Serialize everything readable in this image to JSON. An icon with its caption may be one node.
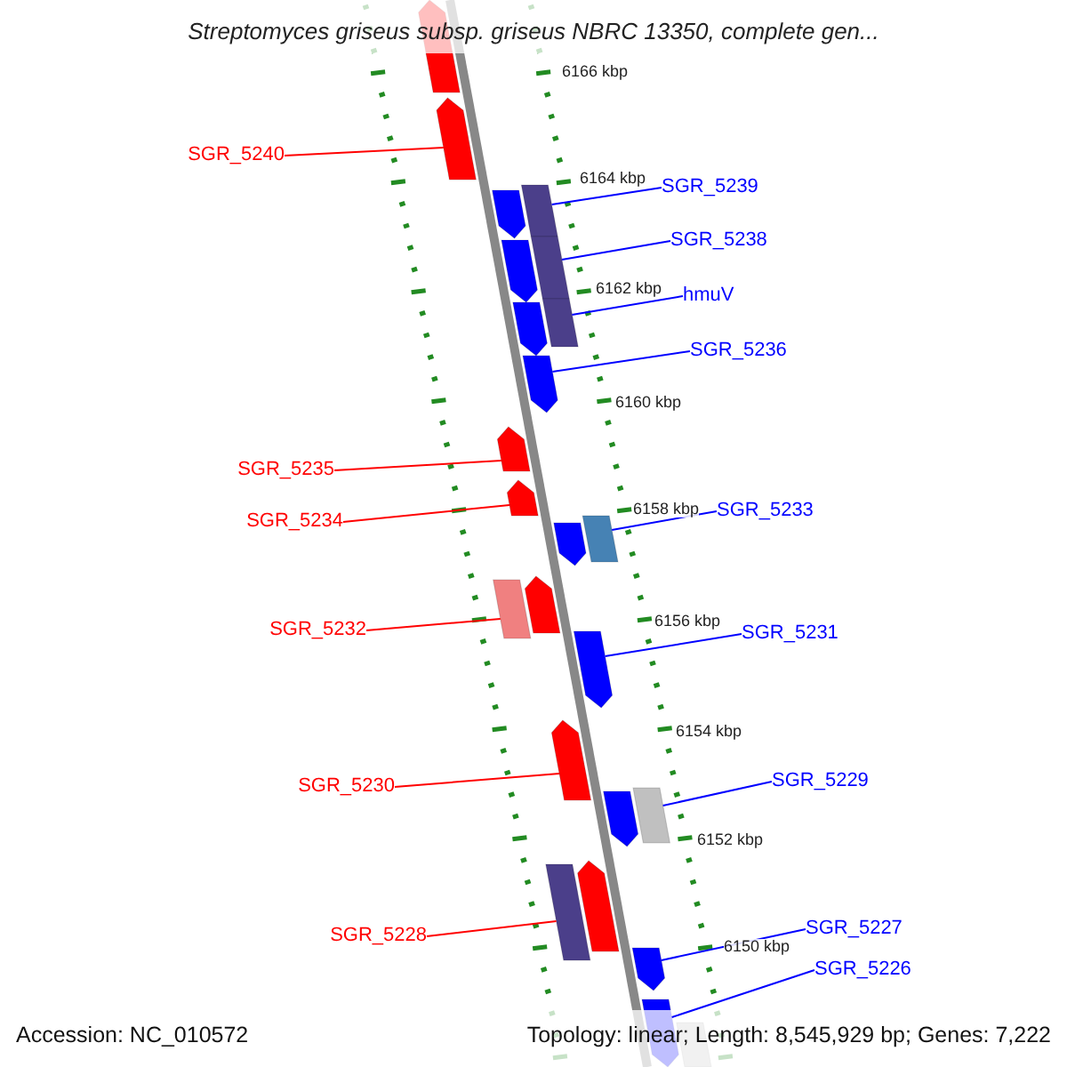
{
  "diagram": {
    "title": "Streptomyces griseus subsp. griseus NBRC 13350, complete gen...",
    "nodes": [
      {
        "text": [
          "SGR_5240"
        ]
      },
      {
        "text": [
          "SGR_5239"
        ]
      },
      {
        "text": [
          "SGR_5238"
        ]
      },
      {
        "text": [
          "hmuV"
        ]
      },
      {
        "text": [
          "SGR_5236"
        ]
      },
      {
        "text": [
          "SGR_5235"
        ]
      },
      {
        "text": [
          "SGR_5233"
        ]
      },
      {
        "text": [
          "SGR_5234"
        ]
      },
      {
        "text": [
          "SGR_5232"
        ]
      },
      {
        "text": [
          "SGR_5231"
        ]
      },
      {
        "text": [
          "SGR_5229"
        ]
      },
      {
        "text": [
          "SGR_5230"
        ]
      },
      {
        "text": [
          "SGR_5227"
        ]
      },
      {
        "text": [
          "SGR_5228"
        ]
      },
      {
        "text": [
          "SGR_5226"
        ]
      },
      {
        "text": [],
        "shape": "pentagon"
      },
      {
        "text": [],
        "shape": "pentagon"
      },
      {
        "text": [],
        "shape": "box"
      },
      {
        "text": [],
        "shape": "pentagon"
      },
      {
        "text": [],
        "shape": "box"
      },
      {
        "text": [],
        "shape": "pentagon"
      },
      {
        "text": [],
        "shape": "box"
      },
      {
        "text": [],
        "shape": "pentagon"
      },
      {
        "text": [],
        "shape": "pentagon"
      },
      {
        "text": [],
        "shape": "pentagon"
      },
      {
        "text": [],
        "shape": "pentagon"
      },
      {
        "text": [],
        "shape": "box"
      },
      {
        "text": [],
        "shape": "pentagon"
      },
      {
        "text": [],
        "shape": "pentagon"
      },
      {
        "text": [],
        "shape": "box"
      },
      {
        "text": [],
        "shape": "pentagon"
      },
      {
        "text": [],
        "shape": "pentagon"
      },
      {
        "text": [],
        "shape": "box"
      },
      {
        "text": [],
        "shape": "pentagon"
      },
      {
        "text": [],
        "shape": "pentagon"
      },
      {
        "text": [],
        "shape": "box"
      },
      {
        "text": [],
        "shape": "pentagon"
      },
      {
        "text": [],
        "shape": "pentagon"
      },
      {
        "text": [],
        "shape": "box"
      }
    ],
    "edges": [
      {
        "from": 0,
        "to": 16,
        "arrow": "none",
        "color": "#ff0000"
      },
      {
        "from": 1,
        "to": 17,
        "arrow": "none"
      },
      {
        "from": 2,
        "to": 19,
        "arrow": "none"
      },
      {
        "from": 3,
        "to": 21,
        "arrow": "none"
      },
      {
        "from": 4,
        "to": 23,
        "arrow": "none"
      },
      {
        "from": 5,
        "to": 24,
        "arrow": "none",
        "color": "#ff0000"
      },
      {
        "from": 6,
        "to": 26,
        "arrow": "none"
      },
      {
        "from": 7,
        "to": 25,
        "arrow": "none",
        "color": "#ff0000"
      },
      {
        "from": 8,
        "to": 29,
        "arrow": "none",
        "color": "#ff0000"
      },
      {
        "from": 9,
        "to": 30,
        "arrow": "none"
      },
      {
        "from": 10,
        "to": 32,
        "arrow": "none"
      },
      {
        "from": 11,
        "to": 31,
        "arrow": "none",
        "color": "#ff0000"
      },
      {
        "from": 12,
        "to": 36,
        "arrow": "none"
      },
      {
        "from": 13,
        "to": 35,
        "arrow": "none",
        "color": "#ff0000"
      },
      {
        "from": 14,
        "to": 37,
        "arrow": "none"
      }
    ],
    "labels": [
      "6166 kbp",
      "6164 kbp",
      "6162 kbp",
      "6160 kbp",
      "6158 kbp",
      "6156 kbp",
      "6154 kbp",
      "6152 kbp",
      "6150 kbp",
      "Accession: NC_010572",
      "Topology: linear; Length: 8,545,929 bp; Genes: 7,222"
    ]
  }
}
